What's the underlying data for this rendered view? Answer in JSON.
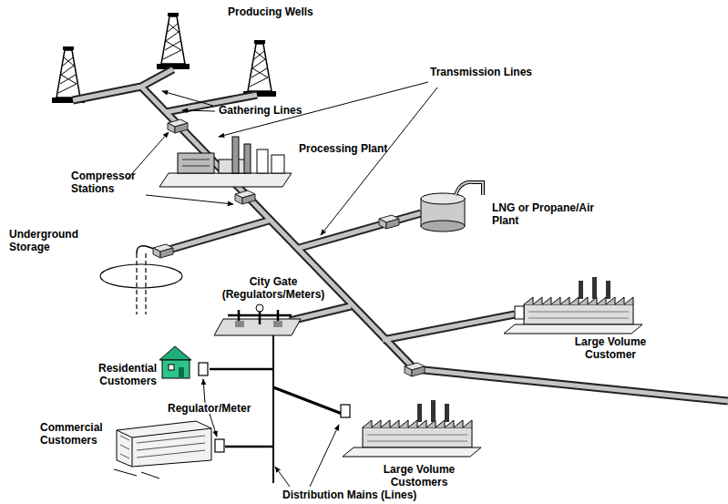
{
  "diagram": {
    "labels": [
      "Producing Wells",
      "Gathering Lines",
      "Transmission Lines",
      "Compressor Stations",
      "Processing Plant",
      "LNG or Propane/Air Plant",
      "Underground Storage",
      "City Gate (Regulators/Meters)",
      "Large Volume Customer",
      "Residential Customers",
      "Regulator/Meter",
      "Commercial Customers",
      "Large Volume Customers",
      "Distribution Mains (Lines)"
    ]
  }
}
